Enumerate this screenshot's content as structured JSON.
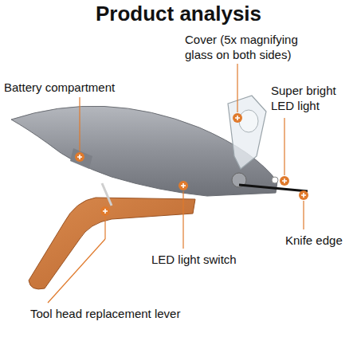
{
  "diagram": {
    "title": "Product analysis",
    "labels": [
      "Cover (5x magnifying glass on both sides)",
      "Battery compartment",
      "Super bright LED light",
      "Knife edge",
      "LED light switch",
      "Tool head replacement lever"
    ]
  }
}
